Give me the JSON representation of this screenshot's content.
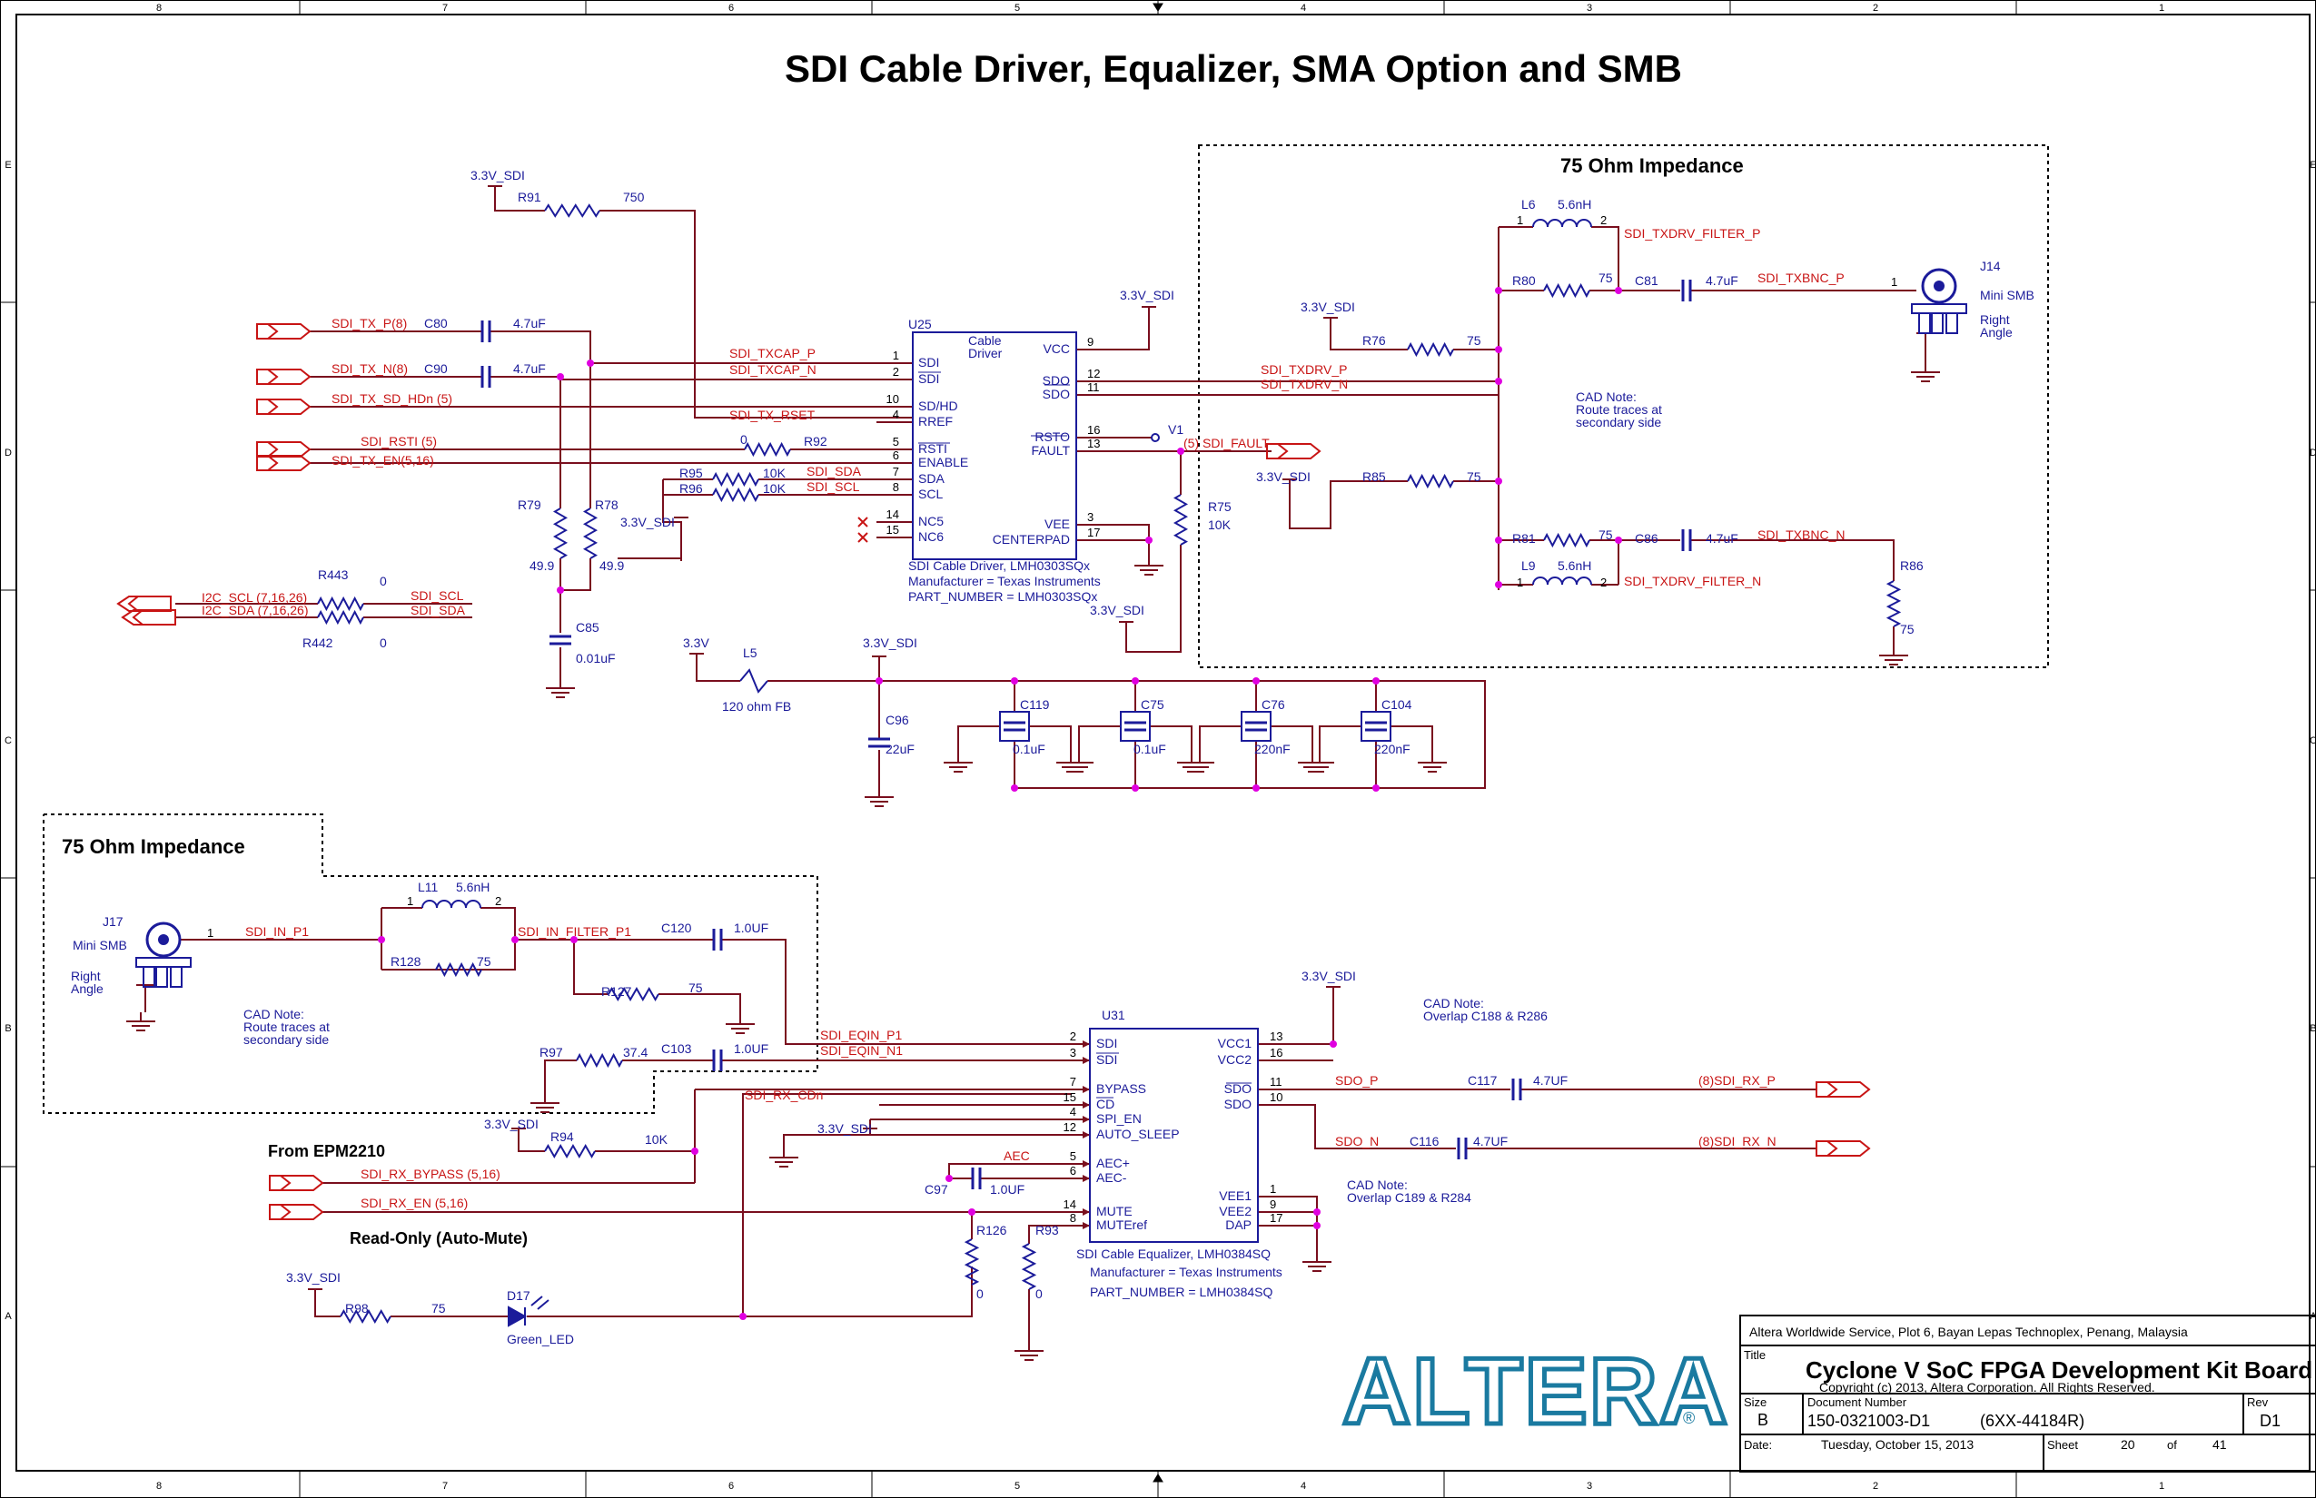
{
  "title": "SDI Cable Driver, Equalizer, SMA Option and SMB",
  "frame": {
    "columns": [
      "8",
      "7",
      "6",
      "5",
      "4",
      "3",
      "2",
      "1"
    ],
    "rows": [
      "E",
      "D",
      "C",
      "B",
      "A"
    ]
  },
  "regions": {
    "impedance_top": "75 Ohm Impedance",
    "impedance_left": "75 Ohm Impedance"
  },
  "power": {
    "v33_sdi": "3.3V_SDI",
    "v33": "3.3V"
  },
  "notes": {
    "cad_route": "CAD  Note:\nRoute  traces  at\nsecondary  side",
    "cad_c188": "CAD  Note:\nOverlap  C188  &  R286",
    "cad_c189": "CAD  Note:\nOverlap  C189  &  R284",
    "from_epm": "From EPM2210",
    "readonly": "Read-Only  (Auto-Mute)"
  },
  "u25": {
    "ref": "U25",
    "name": "Cable\nDriver",
    "left_pins": [
      {
        "num": "1",
        "name": "SDI"
      },
      {
        "num": "2",
        "name": "SDI"
      },
      {
        "num": "10",
        "name": "SD/HD"
      },
      {
        "num": "4",
        "name": "RREF"
      },
      {
        "num": "5",
        "name": "RSTI"
      },
      {
        "num": "6",
        "name": "ENABLE"
      },
      {
        "num": "7",
        "name": "SDA"
      },
      {
        "num": "8",
        "name": "SCL"
      },
      {
        "num": "14",
        "name": "NC5"
      },
      {
        "num": "15",
        "name": "NC6"
      }
    ],
    "right_pins": [
      {
        "num": "9",
        "name": "VCC"
      },
      {
        "num": "12",
        "name": "SDO"
      },
      {
        "num": "11",
        "name": "SDO"
      },
      {
        "num": "16",
        "name": "RSTO"
      },
      {
        "num": "13",
        "name": "FAULT"
      },
      {
        "num": "3",
        "name": "VEE"
      },
      {
        "num": "17",
        "name": "CENTERPAD"
      }
    ],
    "desc": "SDI Cable Driver, LMH0303SQx",
    "mfr": "Manufacturer = Texas Instruments",
    "part": "PART_NUMBER = LMH0303SQx"
  },
  "u31": {
    "ref": "U31",
    "left_pins": [
      {
        "num": "2",
        "name": "SDI"
      },
      {
        "num": "3",
        "name": "SDI"
      },
      {
        "num": "7",
        "name": "BYPASS"
      },
      {
        "num": "15",
        "name": "CD"
      },
      {
        "num": "4",
        "name": "SPI_EN"
      },
      {
        "num": "12",
        "name": "AUTO_SLEEP"
      },
      {
        "num": "5",
        "name": "AEC+"
      },
      {
        "num": "6",
        "name": "AEC-"
      },
      {
        "num": "14",
        "name": "MUTE"
      },
      {
        "num": "8",
        "name": "MUTEref"
      }
    ],
    "right_pins": [
      {
        "num": "13",
        "name": "VCC1"
      },
      {
        "num": "16",
        "name": "VCC2"
      },
      {
        "num": "11",
        "name": "SDO"
      },
      {
        "num": "10",
        "name": "SDO"
      },
      {
        "num": "1",
        "name": "VEE1"
      },
      {
        "num": "9",
        "name": "VEE2"
      },
      {
        "num": "17",
        "name": "DAP"
      }
    ],
    "desc": "SDI Cable Equalizer, LMH0384SQ",
    "mfr": "Manufacturer = Texas Instruments",
    "part": "PART_NUMBER = LMH0384SQ"
  },
  "connectors": {
    "j14": {
      "ref": "J14",
      "type": "Mini SMB",
      "angle": "Right\nAngle"
    },
    "j17": {
      "ref": "J17",
      "type": "Mini SMB",
      "angle": "Right\nAngle"
    }
  },
  "nets": {
    "sdi_tx_p": "SDI_TX_P(8)",
    "sdi_tx_n": "SDI_TX_N(8)",
    "sdi_tx_sd_hdn": "SDI_TX_SD_HDn (5)",
    "sdi_rsti": "SDI_RSTI (5)",
    "sdi_tx_en": "SDI_TX_EN(5,16)",
    "i2c_scl": "I2C_SCL (7,16,26)",
    "i2c_sda": "I2C_SDA (7,16,26)",
    "sdi_scl": "SDI_SCL",
    "sdi_sda": "SDI_SDA",
    "sdi_txcap_p": "SDI_TXCAP_P",
    "sdi_txcap_n": "SDI_TXCAP_N",
    "sdi_tx_rset": "SDI_TX_RSET",
    "sdi_txdrv_p": "SDI_TXDRV_P",
    "sdi_txdrv_n": "SDI_TXDRV_N",
    "sdi_txdrv_filter_p": "SDI_TXDRV_FILTER_P",
    "sdi_txdrv_filter_n": "SDI_TXDRV_FILTER_N",
    "sdi_txbnc_p": "SDI_TXBNC_P",
    "sdi_txbnc_n": "SDI_TXBNC_N",
    "sdi_fault": "(5) SDI_FAULT",
    "sdi_in_p1": "SDI_IN_P1",
    "sdi_in_filter_p1": "SDI_IN_FILTER_P1",
    "sdi_eqin_p1": "SDI_EQIN_P1",
    "sdi_eqin_n1": "SDI_EQIN_N1",
    "sdi_rx_cdn": "SDI_RX_CDn",
    "sdi_rx_bypass": "SDI_RX_BYPASS (5,16)",
    "sdi_rx_en": "SDI_RX_EN (5,16)",
    "aec": "AEC",
    "sdo_p": "SDO_P",
    "sdo_n": "SDO_N",
    "sdi_rx_p": "(8)SDI_RX_P",
    "sdi_rx_n": "(8)SDI_RX_N",
    "v1": "V1"
  },
  "parts": {
    "r91": {
      "ref": "R91",
      "val": "750"
    },
    "c80": {
      "ref": "C80",
      "val": "4.7uF"
    },
    "c90": {
      "ref": "C90",
      "val": "4.7uF"
    },
    "r92": {
      "ref": "R92",
      "val": "0"
    },
    "r95": {
      "ref": "R95",
      "val": "10K"
    },
    "r96": {
      "ref": "R96",
      "val": "10K"
    },
    "r79": {
      "ref": "R79",
      "val": "49.9"
    },
    "r78": {
      "ref": "R78",
      "val": "49.9"
    },
    "r443": {
      "ref": "R443",
      "val": "0"
    },
    "r442": {
      "ref": "R442",
      "val": "0"
    },
    "c85": {
      "ref": "C85",
      "val": "0.01uF"
    },
    "r75": {
      "ref": "R75",
      "val": "10K"
    },
    "l6": {
      "ref": "L6",
      "val": "5.6nH"
    },
    "r80": {
      "ref": "R80",
      "val": "75"
    },
    "c81": {
      "ref": "C81",
      "val": "4.7uF"
    },
    "r76": {
      "ref": "R76",
      "val": "75"
    },
    "r85": {
      "ref": "R85",
      "val": "75"
    },
    "r81": {
      "ref": "R81",
      "val": "75"
    },
    "c86": {
      "ref": "C86",
      "val": "4.7uF"
    },
    "l9": {
      "ref": "L9",
      "val": "5.6nH"
    },
    "r86": {
      "ref": "R86",
      "val": "75"
    },
    "l5": {
      "ref": "L5",
      "val": "120 ohm FB"
    },
    "c96": {
      "ref": "C96",
      "val": "22uF"
    },
    "c119": {
      "ref": "C119",
      "val": "0.1uF"
    },
    "c75": {
      "ref": "C75",
      "val": "0.1uF"
    },
    "c76": {
      "ref": "C76",
      "val": "220nF"
    },
    "c104": {
      "ref": "C104",
      "val": "220nF"
    },
    "l11": {
      "ref": "L11",
      "val": "5.6nH"
    },
    "r128": {
      "ref": "R128",
      "val": "75"
    },
    "c120": {
      "ref": "C120",
      "val": "1.0UF"
    },
    "r127": {
      "ref": "R127",
      "val": "75"
    },
    "r97": {
      "ref": "R97",
      "val": "37.4"
    },
    "c103": {
      "ref": "C103",
      "val": "1.0UF"
    },
    "r94": {
      "ref": "R94",
      "val": "10K"
    },
    "c97": {
      "ref": "C97",
      "val": "1.0UF"
    },
    "r126": {
      "ref": "R126",
      "val": "0"
    },
    "r93": {
      "ref": "R93",
      "val": "0"
    },
    "r98": {
      "ref": "R98",
      "val": "75"
    },
    "d17": {
      "ref": "D17",
      "val": "Green_LED"
    },
    "c117": {
      "ref": "C117",
      "val": "4.7UF"
    },
    "c116": {
      "ref": "C116",
      "val": "4.7UF"
    }
  },
  "title_block": {
    "address": "Altera Worldwide Service, Plot 6, Bayan Lepas Technoplex, Penang, Malaysia",
    "title_label": "Title",
    "title": "Cyclone V SoC FPGA Development Kit Board",
    "copyright": "Copyright (c) 2013, Altera Corporation. All Rights Reserved.",
    "size_label": "Size",
    "size": "B",
    "docnum_label": "Document  Number",
    "docnum": "150-0321003-D1",
    "alt_num": "(6XX-44184R)",
    "rev_label": "Rev",
    "rev": "D1",
    "date_label": "Date:",
    "date": "Tuesday, October 15, 2013",
    "sheet_label": "Sheet",
    "sheet": "20",
    "of_label": "of",
    "total": "41"
  },
  "logo": {
    "text": "ALTERA",
    "mark": "®"
  },
  "colors": {
    "wire": "#7a0f1e",
    "net": "#c81414",
    "part": "#1b1b9a",
    "node": "#e000e0",
    "logo": "#1a7aa0"
  }
}
